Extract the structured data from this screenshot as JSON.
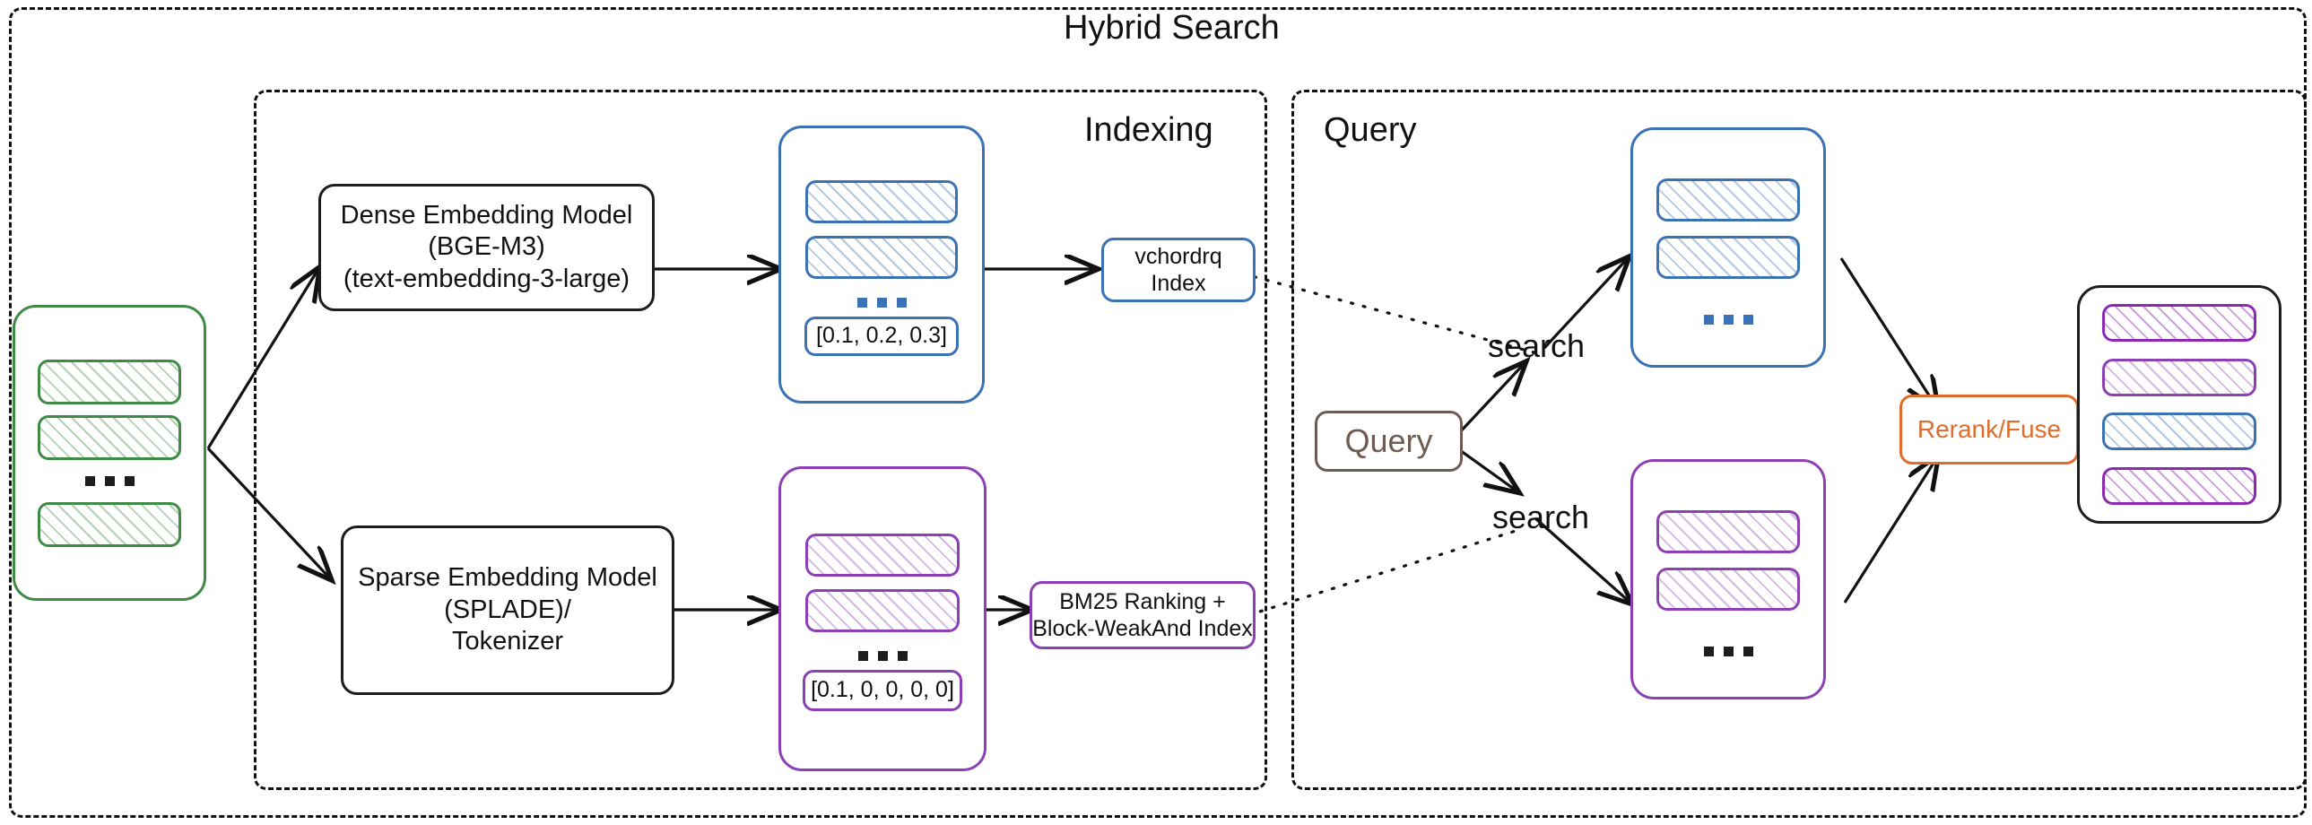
{
  "diagram": {
    "title": "Hybrid Search",
    "panels": [
      {
        "name": "outer",
        "title": "Hybrid Search"
      },
      {
        "name": "indexing",
        "title": "Indexing"
      },
      {
        "name": "query",
        "title": "Query"
      }
    ]
  },
  "nodes": {
    "dense_model": "Dense Embedding Model\n(BGE-M3)\n(text-embedding-3-large)",
    "dense_model_line1": "Dense Embedding Model",
    "dense_model_line2": "(BGE-M3)",
    "dense_model_line3": "(text-embedding-3-large)",
    "sparse_model_line1": "Sparse Embedding Model",
    "sparse_model_line2": "(SPLADE)/",
    "sparse_model_line3": "Tokenizer",
    "vchordrq_line1": "vchordrq",
    "vchordrq_line2": "Index",
    "bm25_line1": "BM25 Ranking +",
    "bm25_line2": "Block-WeakAnd Index",
    "query_box": "Query",
    "rerank_box": "Rerank/Fuse"
  },
  "vectors": {
    "dense": "[0.1, 0.2, 0.3]",
    "sparse": "[0.1, 0, 0, 0, 0]"
  },
  "edge_labels": {
    "search_dense": "search",
    "search_sparse": "search"
  },
  "stacks": {
    "documents": {
      "color": "#3f8a45",
      "rows": 3,
      "ellipsis_after": 2
    },
    "dense_index": {
      "color": "#3b72b5",
      "rows": 2,
      "ellipsis_after": 2
    },
    "sparse_index": {
      "color": "#8d40b5",
      "rows": 2,
      "ellipsis_after": 2
    },
    "dense_results": {
      "color": "#3b72b5",
      "rows": 2,
      "ellipsis_after": 2
    },
    "sparse_results": {
      "color": "#8d40b5",
      "rows": 2,
      "ellipsis_after": 2
    },
    "final_results": {
      "color": "#1d1d1d",
      "row_colors": [
        "purple-dark",
        "purple",
        "blue",
        "purple-dark"
      ]
    }
  },
  "colors": {
    "green": "#3f8a45",
    "blue": "#3b72b5",
    "purple": "#8d40b5",
    "brown": "#6e5b52",
    "orange": "#e06c2b",
    "black": "#1d1d1d"
  }
}
